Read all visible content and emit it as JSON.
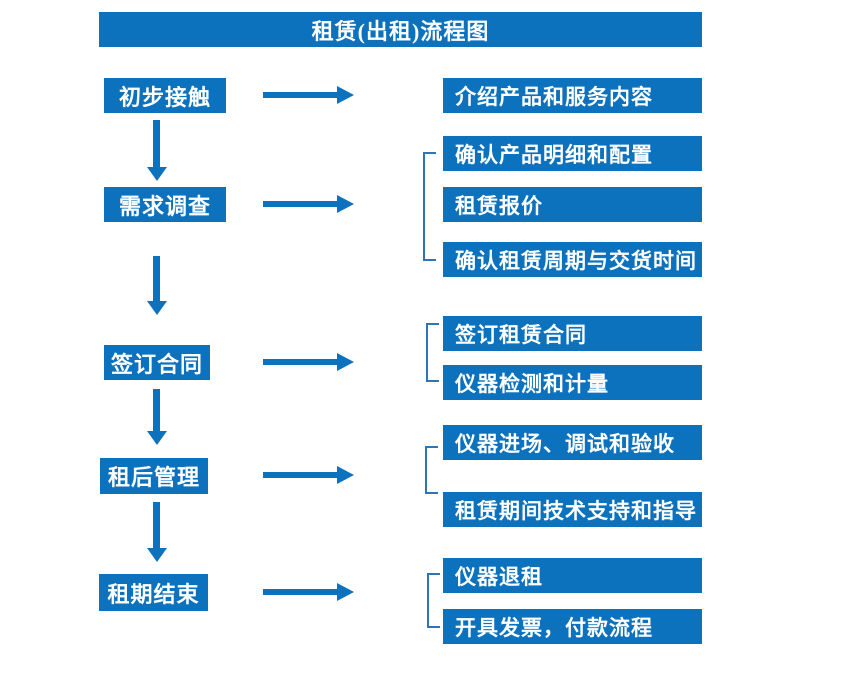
{
  "title": "租赁(出租)流程图",
  "colors": {
    "primary_blue": "#0D72BE",
    "bracket_blue": "#2E75B6",
    "text_on_blue": "#FFFFFF",
    "background": "#FFFFFF"
  },
  "stages": [
    {
      "label": "初步接触",
      "outputs": [
        "介绍产品和服务内容"
      ]
    },
    {
      "label": "需求调查",
      "outputs": [
        "确认产品明细和配置",
        "租赁报价",
        "确认租赁周期与交货时间"
      ]
    },
    {
      "label": "签订合同",
      "outputs": [
        "签订租赁合同",
        "仪器检测和计量"
      ]
    },
    {
      "label": "租后管理",
      "outputs": [
        "仪器进场、调试和验收",
        "租赁期间技术支持和指导"
      ]
    },
    {
      "label": "租期结束",
      "outputs": [
        "仪器退租",
        "开具发票，付款流程"
      ]
    }
  ]
}
